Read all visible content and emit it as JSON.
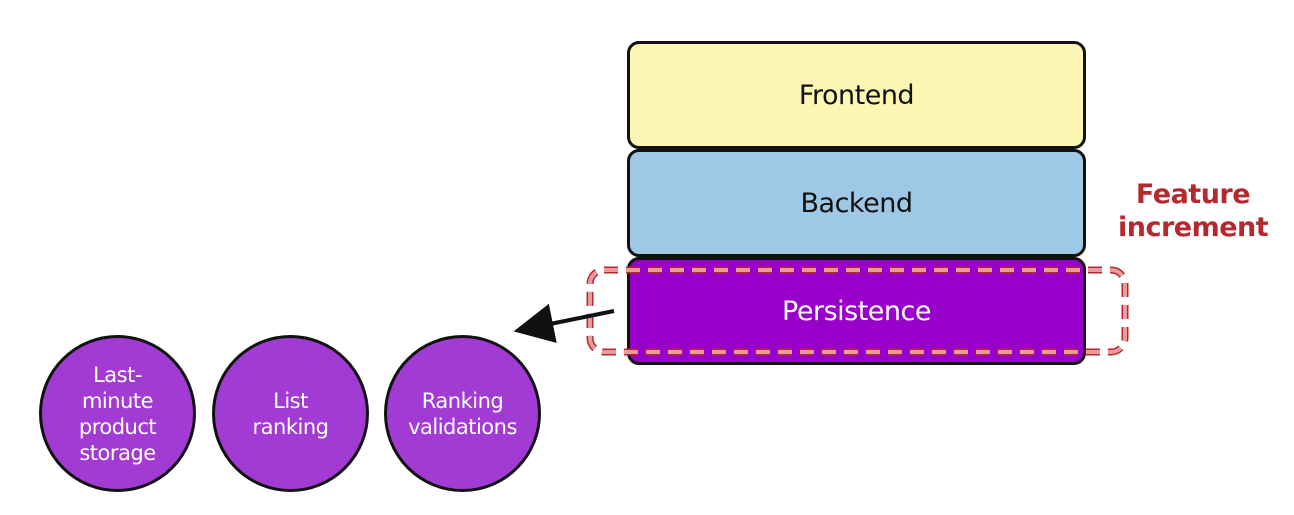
{
  "layers": [
    {
      "label": "Frontend",
      "fill": "#fdf5b3",
      "text_color": "#111111"
    },
    {
      "label": "Backend",
      "fill": "#9ec8e6",
      "text_color": "#111111"
    },
    {
      "label": "Persistence",
      "fill": "#9900cc",
      "text_color": "#ffffff"
    }
  ],
  "feature_increment": {
    "label": "Feature\nincrement",
    "color": "#b7282e",
    "outline_color": "#b7282e",
    "dash_color": "#e89a9c"
  },
  "subtasks": [
    {
      "label": "Last-\nminute\nproduct\nstorage"
    },
    {
      "label": "List\nranking"
    },
    {
      "label": "Ranking\nvalidations"
    }
  ],
  "subtask_style": {
    "fill": "#a23bd4",
    "text_color": "#ffffff"
  },
  "arrow": {
    "color": "#111111"
  }
}
